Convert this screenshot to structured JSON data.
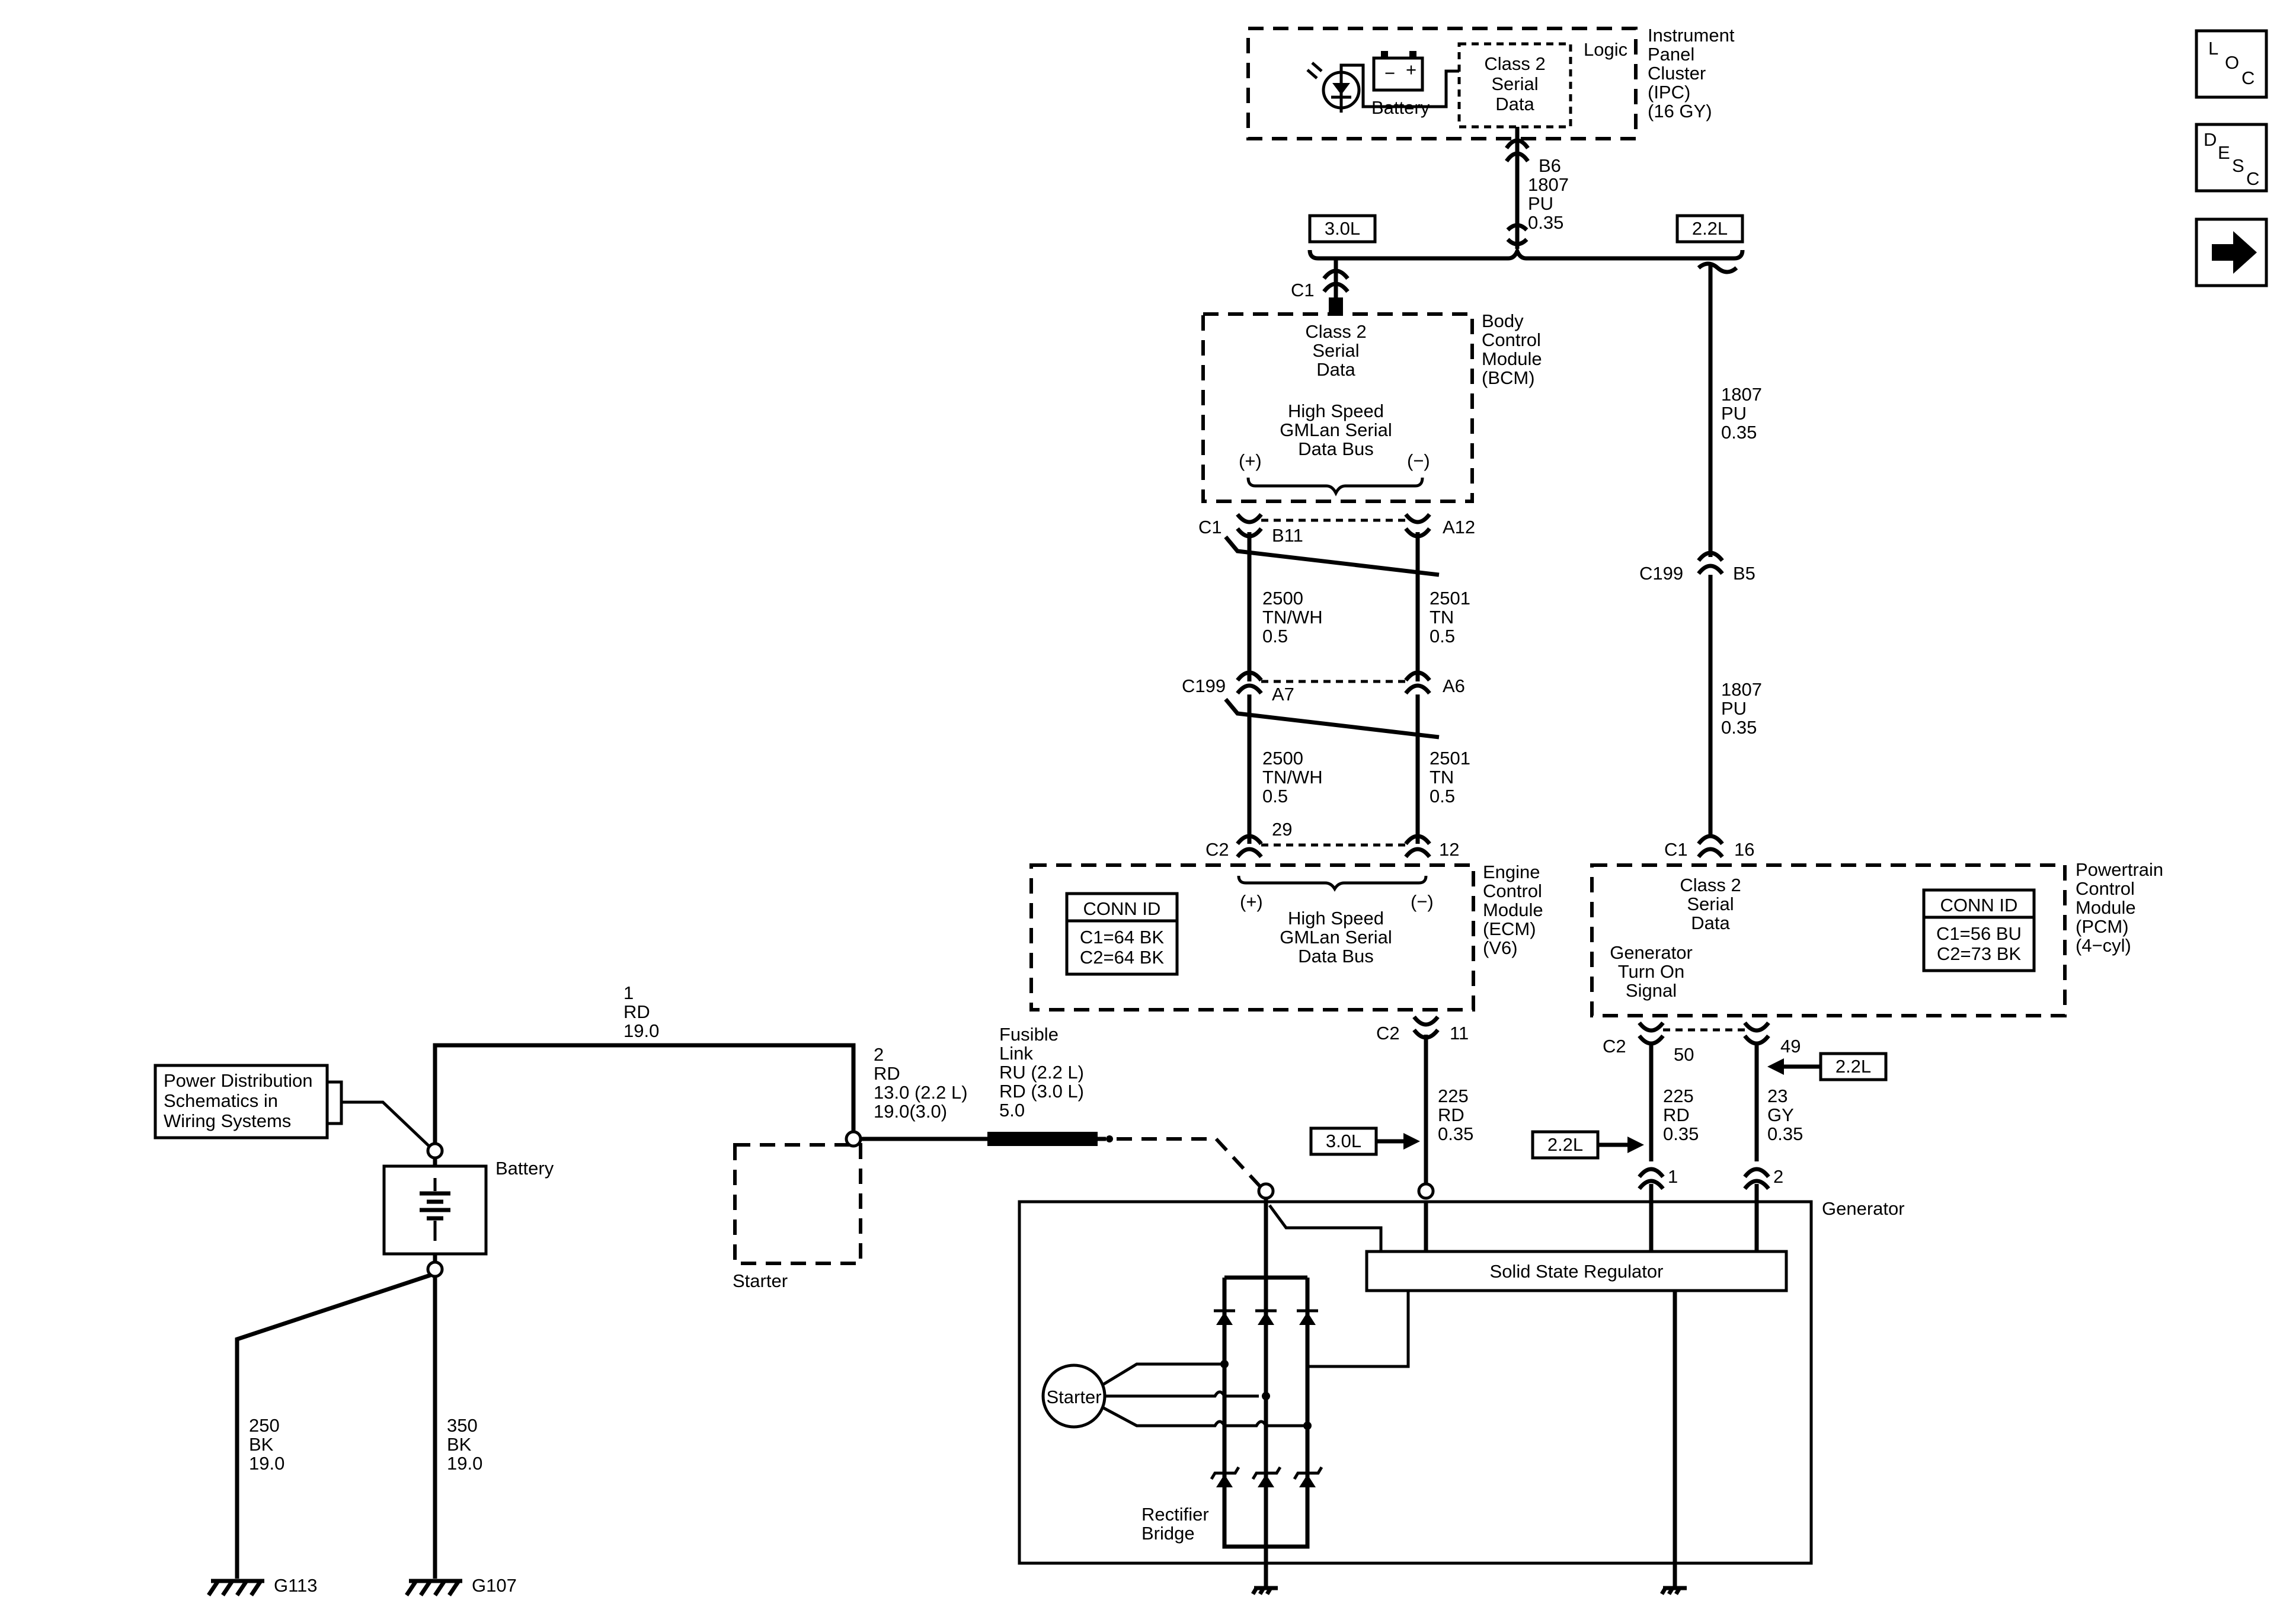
{
  "side_buttons": {
    "loc": [
      "L",
      "O",
      "C"
    ],
    "desc": [
      "D",
      "E",
      "S",
      "C"
    ],
    "next": "→"
  },
  "ipc": {
    "name": [
      "Instrument",
      "Panel",
      "Cluster",
      "(IPC)",
      "(16 GY)"
    ],
    "logic": "Logic",
    "battery": "Battery",
    "class2": [
      "Class 2",
      "Serial",
      "Data"
    ],
    "plus": "+",
    "minus": "−"
  },
  "ipc_wire": {
    "pin": "B6",
    "lines": [
      "1807",
      "PU",
      "0.35"
    ]
  },
  "variants": {
    "v30": "3.0L",
    "v22": "2.2L"
  },
  "bcm": {
    "name": [
      "Body",
      "Control",
      "Module",
      "(BCM)"
    ],
    "conn": "C1",
    "class2": [
      "Class 2",
      "Serial",
      "Data"
    ],
    "gmlan": [
      "High Speed",
      "GMLan Serial",
      "Data Bus"
    ],
    "plus": "(+)",
    "minus": "(−)",
    "bottom_conn": "C1",
    "pin_left": "B11",
    "pin_right": "A12"
  },
  "gmlan_upper": {
    "left": [
      "2500",
      "TN/WH",
      "0.5"
    ],
    "right": [
      "2501",
      "TN",
      "0.5"
    ]
  },
  "c199_gmlan": {
    "conn": "C199",
    "pin_left": "A7",
    "pin_right": "A6"
  },
  "gmlan_lower": {
    "left": [
      "2500",
      "TN/WH",
      "0.5"
    ],
    "right": [
      "2501",
      "TN",
      "0.5"
    ]
  },
  "ecm": {
    "name": [
      "Engine",
      "Control",
      "Module",
      "(ECM)",
      "(V6)"
    ],
    "top_conn": "C2",
    "pin_left": "29",
    "pin_right": "12",
    "conn_id_title": "CONN ID",
    "conn_id": [
      "C1=64 BK",
      "C2=64 BK"
    ],
    "gmlan": [
      "High Speed",
      "GMLan Serial",
      "Data Bus"
    ],
    "plus": "(+)",
    "minus": "(−)",
    "bottom_conn": "C2",
    "bottom_pin": "11"
  },
  "pcm_wire_upper": {
    "lines": [
      "1807",
      "PU",
      "0.35"
    ]
  },
  "c199_pcm": {
    "conn": "C199",
    "pin": "B5"
  },
  "pcm_wire_lower": {
    "lines": [
      "1807",
      "PU",
      "0.35"
    ]
  },
  "pcm": {
    "name": [
      "Powertrain",
      "Control",
      "Module",
      "(PCM)",
      "(4−cyl)"
    ],
    "top_conn": "C1",
    "top_pin": "16",
    "class2": [
      "Class 2",
      "Serial",
      "Data"
    ],
    "gen_turn_on": [
      "Generator",
      "Turn On",
      "Signal"
    ],
    "conn_id_title": "CONN ID",
    "conn_id": [
      "C1=56 BU",
      "C2=73 BK"
    ],
    "bottom_conn": "C2",
    "pin_left": "50",
    "pin_right": "49"
  },
  "wire_ecm_gen": [
    "225",
    "RD",
    "0.35"
  ],
  "wire_pcm_gen_left": [
    "225",
    "RD",
    "0.35"
  ],
  "wire_pcm_gen_right": [
    "23",
    "GY",
    "0.35"
  ],
  "gen_pins": {
    "left": "1",
    "right": "2"
  },
  "wire_1": [
    "1",
    "RD",
    "19.0"
  ],
  "wire_2": [
    "2",
    "RD",
    "13.0 (2.2 L)",
    "19.0(3.0)"
  ],
  "fusible": [
    "Fusible",
    "Link",
    "RU (2.2 L)",
    "RD (3.0 L)",
    "5.0"
  ],
  "power_dist": [
    "Power Distribution",
    "Schematics in",
    "Wiring Systems"
  ],
  "battery_label": "Battery",
  "starter_label": "Starter",
  "generator": {
    "label": "Generator",
    "regulator": "Solid State Regulator",
    "stator": "Starter",
    "rectifier": [
      "Rectifier",
      "Bridge"
    ]
  },
  "ground_left": {
    "wire": [
      "250",
      "BK",
      "19.0"
    ],
    "name": "G113"
  },
  "ground_right": {
    "wire": [
      "350",
      "BK",
      "19.0"
    ],
    "name": "G107"
  }
}
